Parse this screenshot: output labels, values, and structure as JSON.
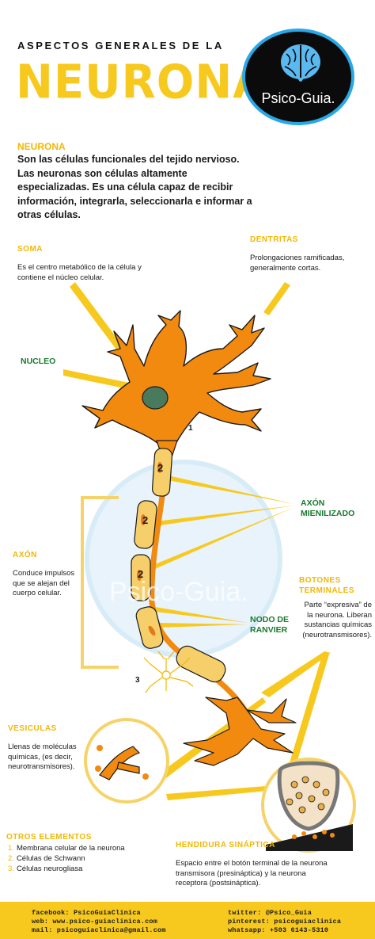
{
  "header": {
    "subtitle": "ASPECTOS GENERALES DE LA",
    "title": "NEURONA",
    "logo_text": "Psico-Guia."
  },
  "intro": {
    "heading": "NEURONA",
    "text": "Son las células funcionales del tejido nervioso. Las neuronas son células altamente especializadas. Es una célula capaz de recibir información, integrarla, seleccionarla e informar a otras células."
  },
  "soma": {
    "label": "SOMA",
    "text": "Es el centro metabólico de la célula y contiene el núcleo celular."
  },
  "dendritas": {
    "label": "DENTRITAS",
    "text": "Prolongaciones ramificadas, generalmente cortas."
  },
  "nucleo": {
    "label": "NUCLEO"
  },
  "markers": {
    "one": "1",
    "two": "2",
    "three": "3"
  },
  "axon_mielinizado": {
    "line1": "AXÓN",
    "line2": "MIENILIZADO"
  },
  "axon": {
    "label": "AXÓN",
    "text": "Conduce impulsos que se alejan del cuerpo celular."
  },
  "botones": {
    "label_line1": "BOTONES",
    "label_line2": "TERMINALES",
    "text": "Parte “expresiva” de la neurona. Liberan sustancias químicas (neurotransmisores)."
  },
  "nodo": {
    "line1": "NODO DE",
    "line2": "RANVIER"
  },
  "vesiculas": {
    "label": "VESICULAS",
    "text": "Llenas de moléculas químicas, (es decir, neurotransmisores)."
  },
  "otros": {
    "label": "OTROS ELEMENTOS",
    "items": [
      {
        "num": "1.",
        "text": "Membrana celular de la neurona"
      },
      {
        "num": "2.",
        "text": "Células de Schwann"
      },
      {
        "num": "3.",
        "text": "Células neurogliasa"
      }
    ]
  },
  "hendidura": {
    "label": "HENDIDURA SINÁPTICA",
    "text": "Espacio entre el botón terminal de la neurona transmisora (presináptica) y la neurona receptora (postsináptica)."
  },
  "watermark": "Psico-Guia.",
  "footer": {
    "facebook": "facebook: PsicoGuiaClinica",
    "web": "web: www.psico-guiaclinica.com",
    "mail": "mail: psicoguiaclinica@gmail.com",
    "twitter": "twitter: @Psico_Guia",
    "pinterest": "pinterest: psicoguiaclinica",
    "whatsapp": "whatsapp: +503 6143-5310"
  },
  "colors": {
    "accent_yellow": "#f7c91f",
    "neuron_orange": "#f28a0f",
    "nucleus_green": "#4a7a5c",
    "myelin": "#f6cf6a",
    "logo_ring": "#29a8e8"
  }
}
